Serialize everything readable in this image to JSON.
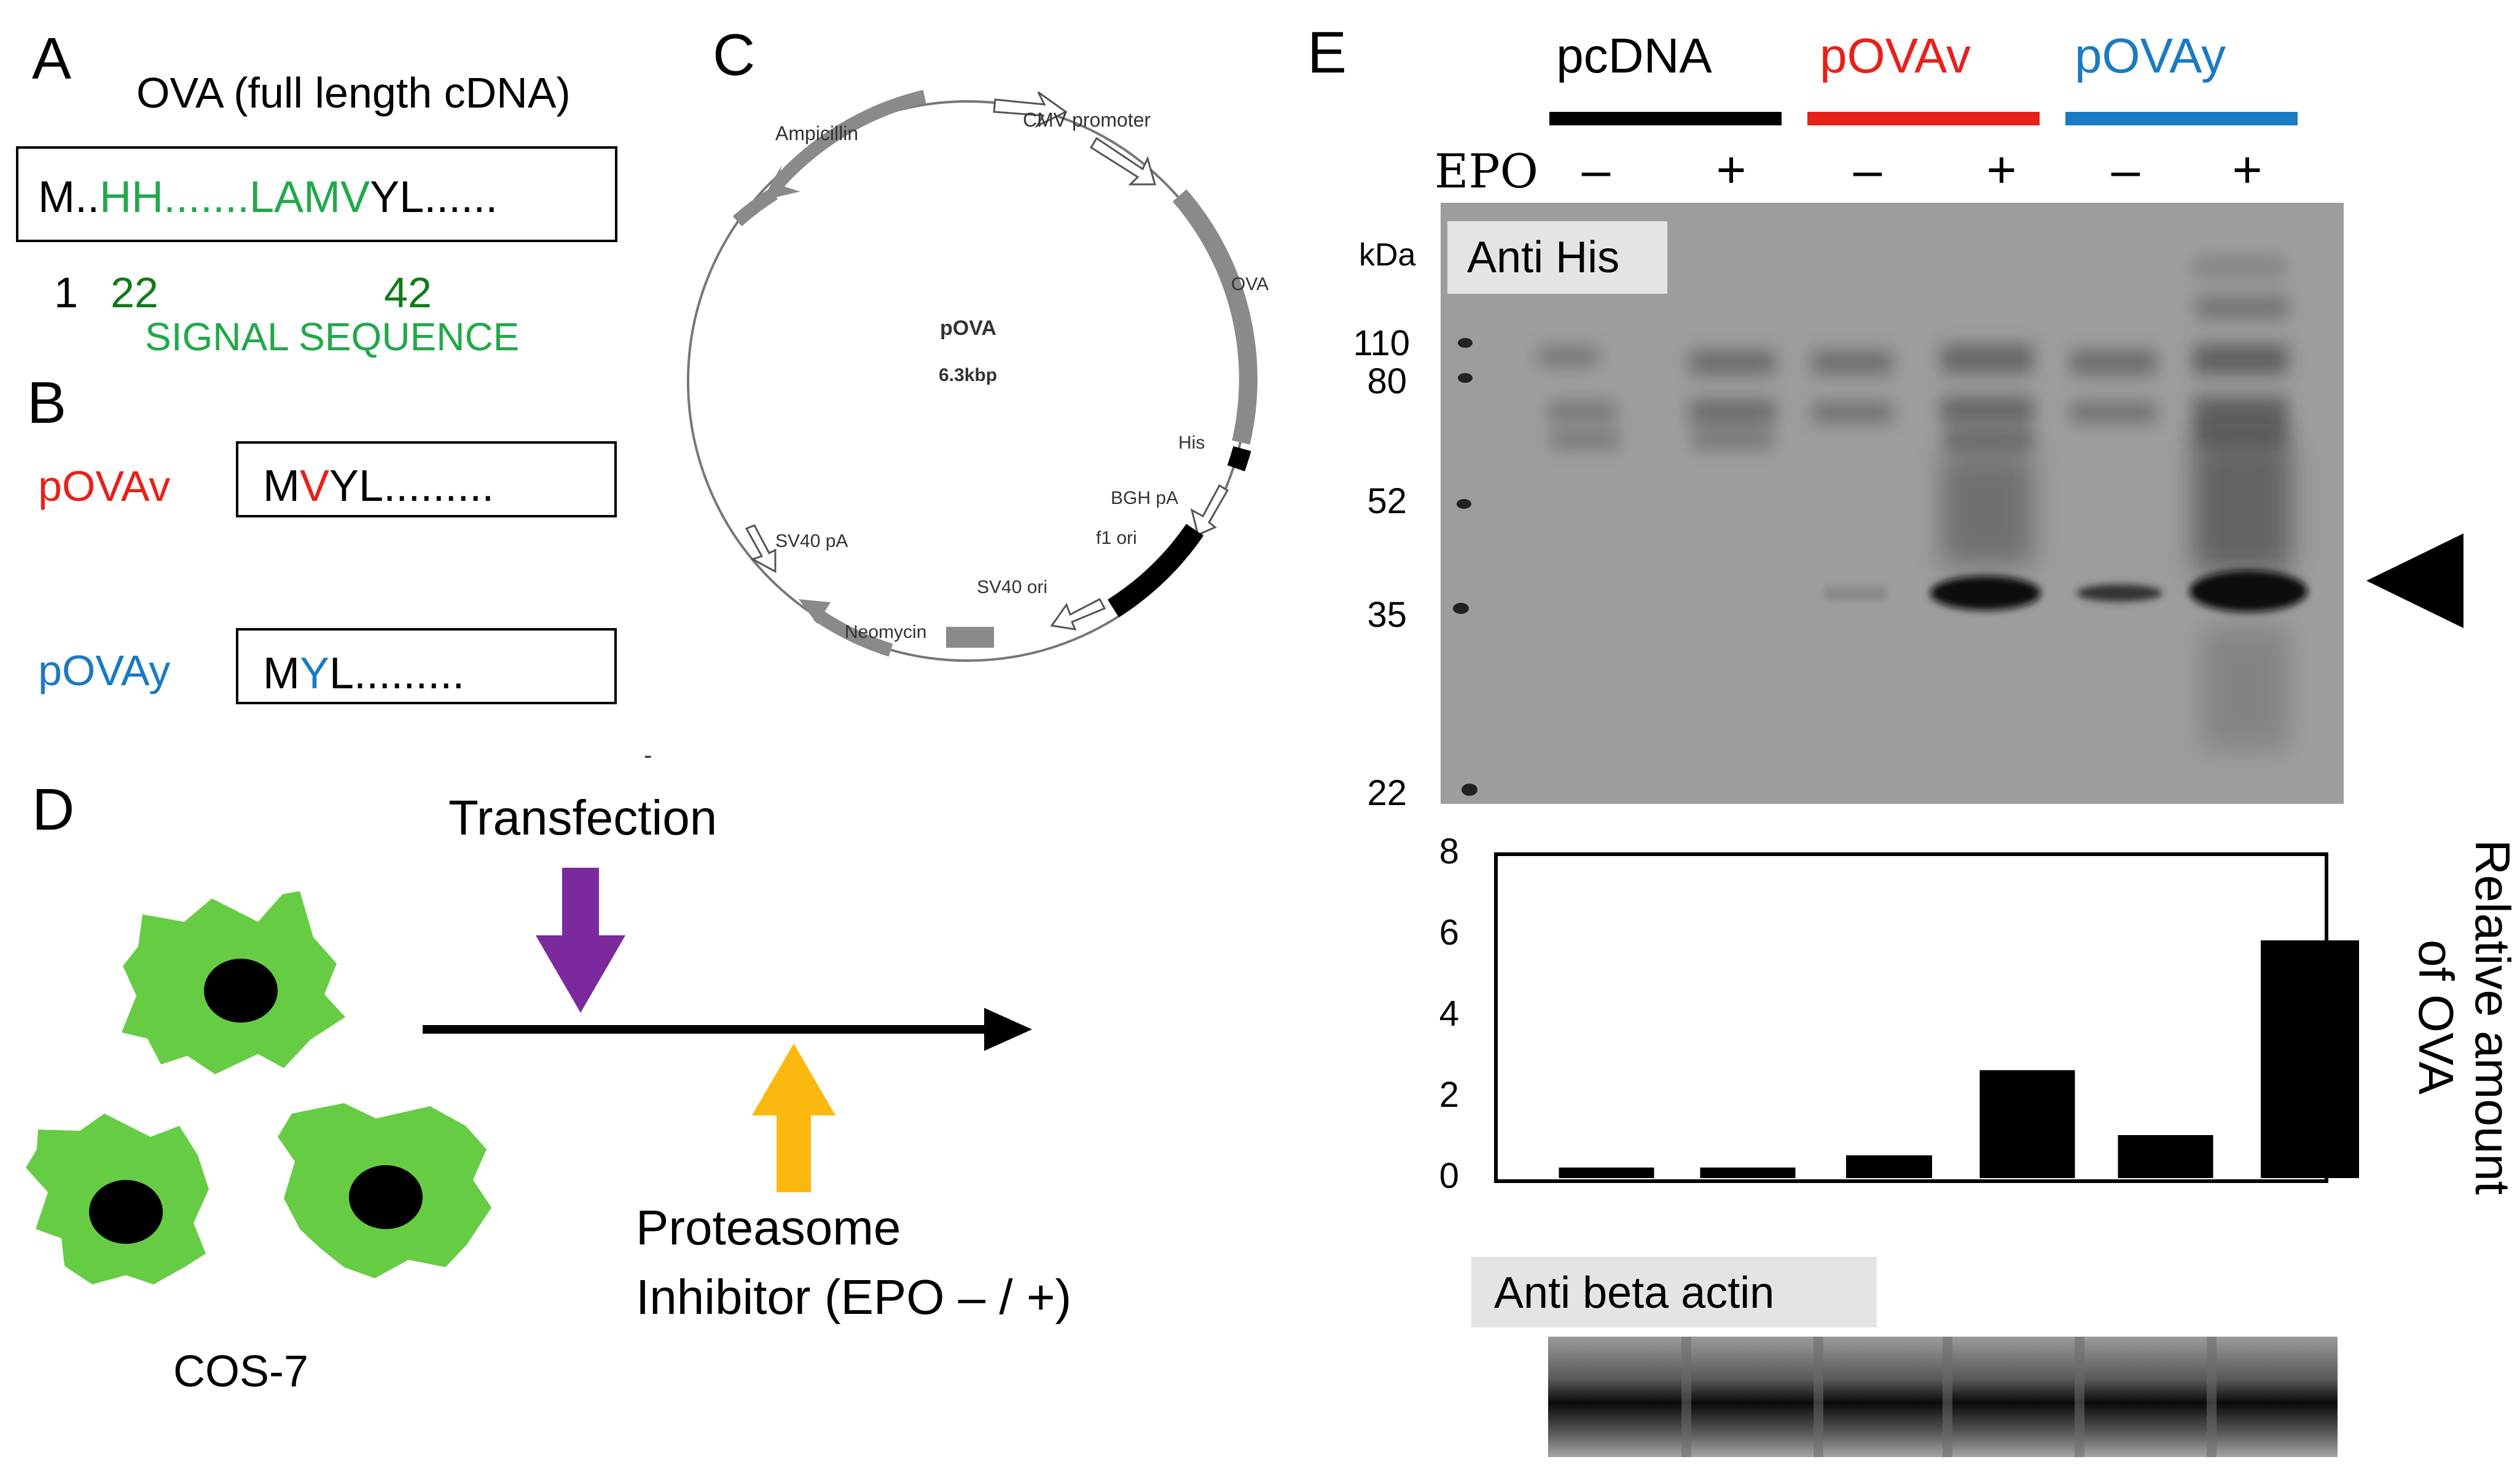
{
  "panels": {
    "A": {
      "label": "A",
      "title": "OVA (full length cDNA)",
      "seq": {
        "p1": "M..",
        "p2": "HH",
        "p3": ".......",
        "p4": "LAMV",
        "p5": "YL......"
      },
      "pos1": "1",
      "pos22": "22",
      "pos42": "42",
      "signal": "SIGNAL SEQUENCE"
    },
    "B": {
      "label": "B",
      "v_name": "pOVAv",
      "v_seq": {
        "p1": "M",
        "p2": "V",
        "p3": "YL........."
      },
      "y_name": "pOVAy",
      "y_seq": {
        "p1": "M",
        "p2": "Y",
        "p3": "L........."
      }
    },
    "C": {
      "label": "C",
      "name": "pOVA",
      "size": "6.3kbp",
      "features": {
        "ampicillin": "Ampicillin",
        "cmv": "CMV promoter",
        "ova": "OVA",
        "his": "His",
        "bgh": "BGH pA",
        "f1": "f1 ori",
        "sv40ori": "SV40 ori",
        "neomycin": "Neomycin",
        "sv40pa": "SV40 pA"
      },
      "stray": "-"
    },
    "D": {
      "label": "D",
      "transfection": "Transfection",
      "inhibitor1": "Proteasome",
      "inhibitor2": "Inhibitor (EPO – / +)",
      "cells": "COS-7"
    },
    "E": {
      "label": "E",
      "groups": [
        "pcDNA",
        "pOVAv",
        "pOVAy"
      ],
      "epo_label": "EPO",
      "epo_signs": [
        "–",
        "+",
        "–",
        "+",
        "–",
        "+"
      ],
      "kda": "kDa",
      "markers": [
        "110",
        "80",
        "52",
        "35",
        "22"
      ],
      "blot_label": "Anti His",
      "actin_label": "Anti beta actin"
    }
  },
  "colors": {
    "green": "#22a84a",
    "dark_green": "#117a1a",
    "red": "#e8201a",
    "blue": "#1a7ac2",
    "cell_green": "#66cc44",
    "purple": "#7b2a9e",
    "orange": "#fbb80f"
  },
  "chart_data": {
    "type": "bar",
    "categories": [
      "pcDNA –",
      "pcDNA +",
      "pOVAv –",
      "pOVAv +",
      "pOVAy –",
      "pOVAy +"
    ],
    "values": [
      0.2,
      0.2,
      0.5,
      2.6,
      1.0,
      5.8
    ],
    "ylabel": "Relative amount of OVA",
    "yticks": [
      "0",
      "2",
      "4",
      "6",
      "8"
    ],
    "ylim": [
      0,
      8
    ]
  }
}
